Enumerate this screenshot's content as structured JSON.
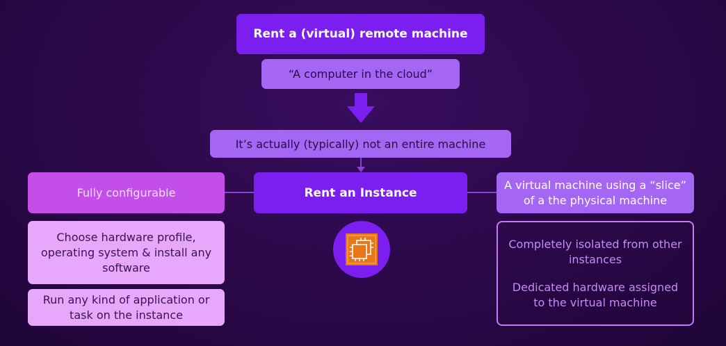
{
  "nodes": {
    "top_title": "Rent a (virtual) remote machine",
    "subtitle": "“A computer in the cloud”",
    "clarification": "It’s actually (typically) not an entire machine",
    "center": "Rent an Instance",
    "left_header": "Fully configurable",
    "left_detail_1": "Choose hardware profile, operating system & install any software",
    "left_detail_2": "Run any kind of application or task on the instance",
    "right_header": "A virtual machine using a “slice” of a the physical machine",
    "right_detail_1": "Completely isolated from other instances",
    "right_detail_2": "Dedicated hardware assigned to the virtual machine"
  },
  "icons": {
    "down_arrow": "down-arrow-icon",
    "instance": "chip-instance-icon"
  },
  "colors": {
    "background": "#2a0848",
    "primary": "#7b1ff0",
    "secondary": "#a566f3",
    "accent_magenta": "#c44ee8",
    "accent_pink": "#e7a7fb",
    "icon_orange": "#e8771a"
  }
}
